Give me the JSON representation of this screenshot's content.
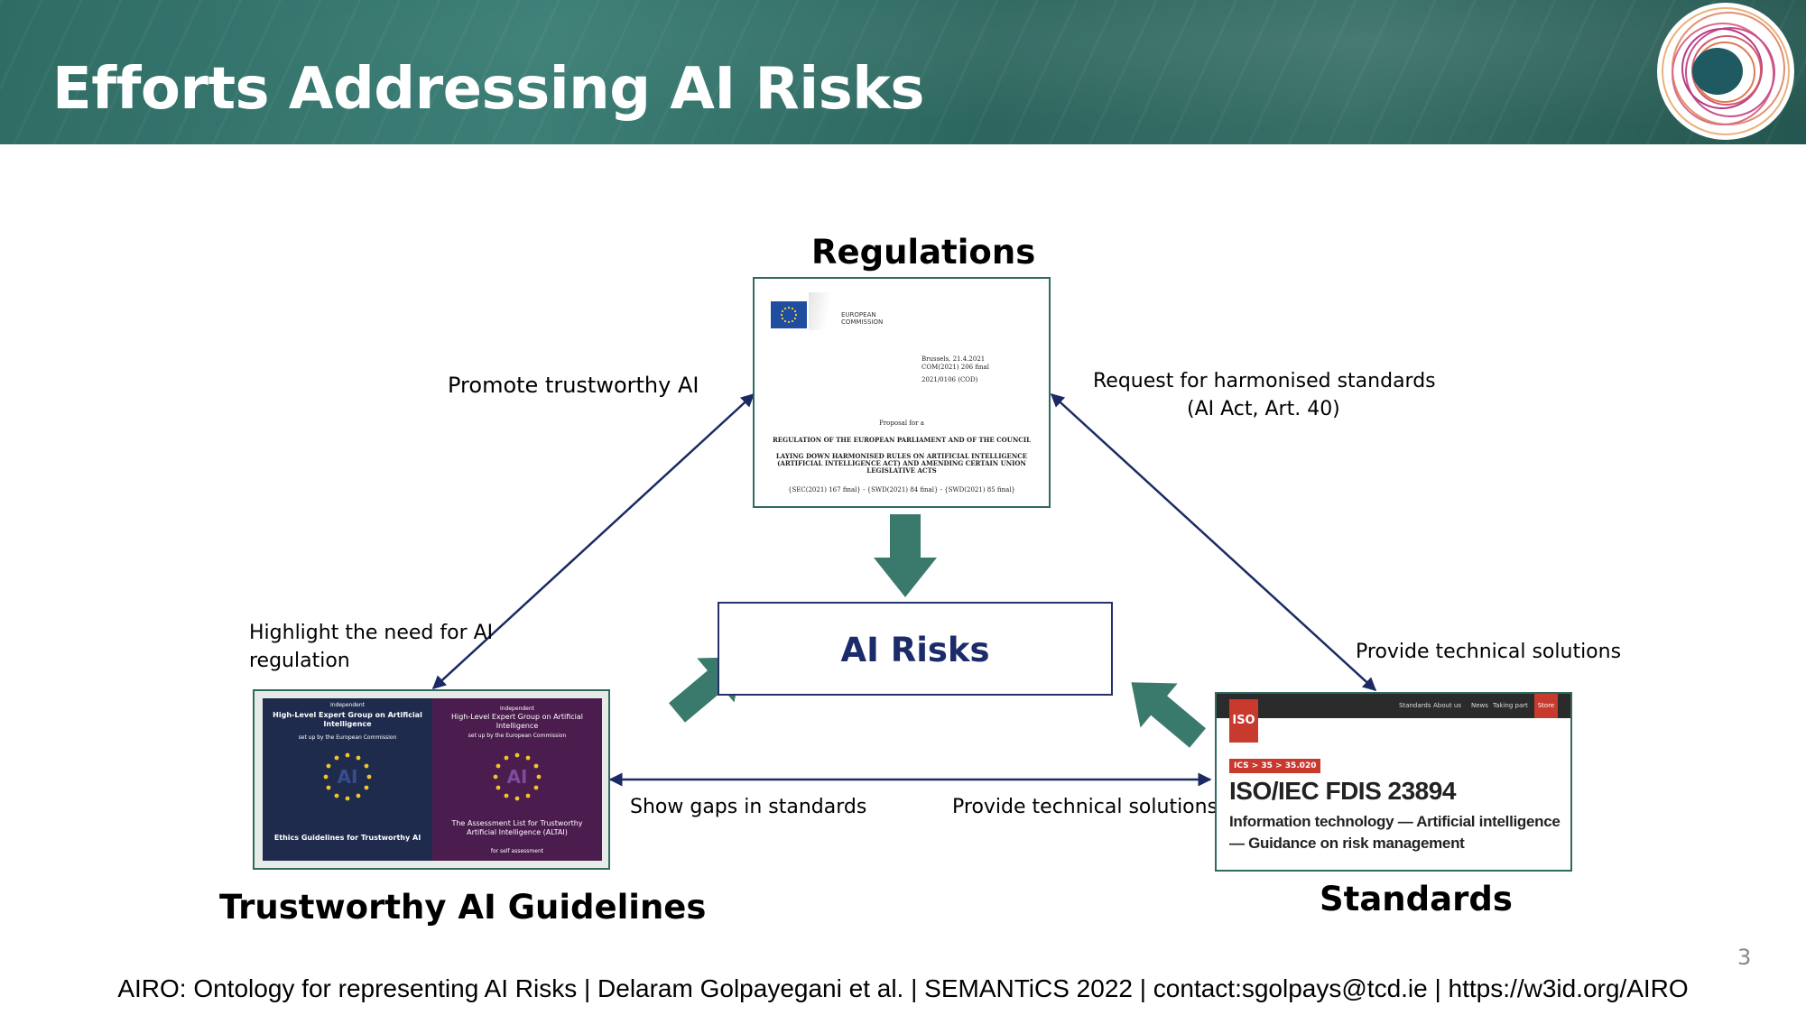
{
  "slide": {
    "title": "Efforts Addressing AI Risks",
    "page_number": "3",
    "footer": "AIRO: Ontology for representing AI Risks | Delaram Golpayegani et al. | SEMANTiCS 2022 | contact:sgolpays@tcd.ie | https://w3id.org/AIRO"
  },
  "colors": {
    "header": "#2f6c64",
    "arrow_navy": "#1c2a63",
    "block_arrow": "#3a7a6c",
    "ai_risks_text": "#1c2c6a"
  },
  "nodes": {
    "regulations": {
      "heading": "Regulations",
      "doc": {
        "issuer": "EUROPEAN\nCOMMISSION",
        "place_date": "Brussels, 21.4.2021\nCOM(2021) 206 final",
        "procedure": "2021/0106 (COD)",
        "proposal": "Proposal for a",
        "regulation": "REGULATION OF THE EUROPEAN PARLIAMENT AND OF THE COUNCIL",
        "laying": "LAYING DOWN HARMONISED RULES ON ARTIFICIAL INTELLIGENCE (ARTIFICIAL INTELLIGENCE ACT) AND AMENDING CERTAIN UNION LEGISLATIVE ACTS",
        "refs": "{SEC(2021) 167 final} - {SWD(2021) 84 final} - {SWD(2021) 85 final}"
      }
    },
    "ai_risks": {
      "label": "AI Risks"
    },
    "guidelines": {
      "heading": "Trustworthy AI Guidelines",
      "left_cover": {
        "top": "Independent",
        "group": "High-Level Expert Group on Artificial Intelligence",
        "setup": "set up by the European Commission",
        "title": "Ethics Guidelines for Trustworthy AI"
      },
      "right_cover": {
        "top": "Independent",
        "group": "High-Level Expert Group on Artificial Intelligence",
        "setup": "set up by the European Commission",
        "title": "The Assessment List for Trustworthy Artificial Intelligence (ALTAI)",
        "sub": "for self assessment"
      },
      "emblem": "AI"
    },
    "standards": {
      "heading": "Standards",
      "nav": [
        "Standards",
        "About us",
        "News",
        "Taking part"
      ],
      "store": "Store",
      "iso_logo": "ISO",
      "ics": "ICS > 35 > 35.020",
      "code": "ISO/IEC FDIS 23894",
      "desc": "Information technology — Artificial intelligence — Guidance on risk management"
    }
  },
  "edge_labels": {
    "promote": "Promote trustworthy AI",
    "highlight": "Highlight the need for AI regulation",
    "request": "Request for harmonised standards",
    "request_sub": "(AI Act, Art. 40)",
    "provide_right": "Provide technical solutions",
    "show_gaps": "Show gaps in standards",
    "provide_bottom": "Provide technical solutions"
  }
}
